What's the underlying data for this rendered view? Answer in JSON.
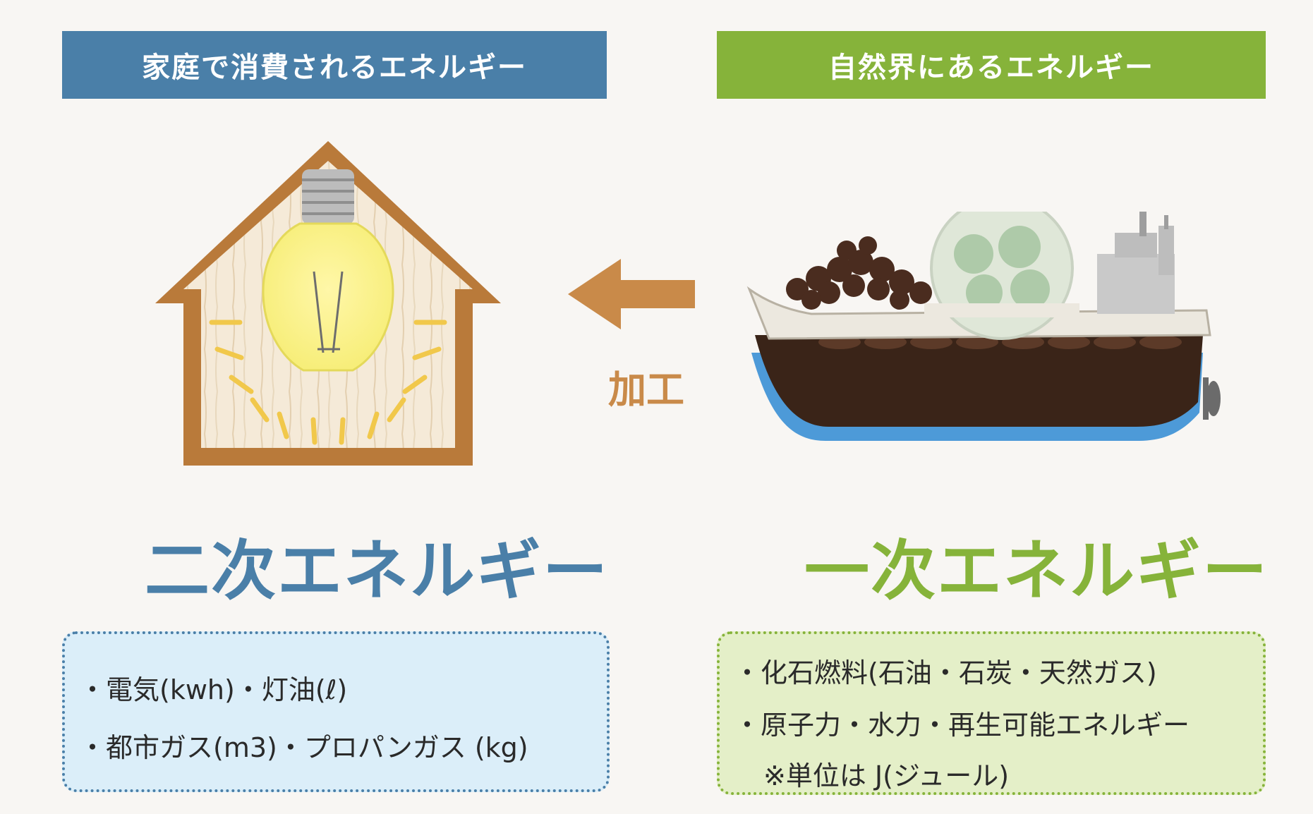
{
  "left_panel": {
    "banner": "家庭で消費されるエネルギー",
    "title": "二次エネルギー",
    "items": [
      "・電気(kwh)・灯油(ℓ)",
      "・都市ガス(m3)・プロパンガス (kg)"
    ]
  },
  "right_panel": {
    "banner": "自然界にあるエネルギー",
    "title": "一次エネルギー",
    "items": [
      "・化石燃料(石油・石炭・天然ガス)",
      "・原子力・水力・再生可能エネルギー",
      "※単位は J(ジュール)"
    ]
  },
  "arrow": {
    "label": "加工"
  },
  "colors": {
    "blue": "#4a7fa8",
    "green": "#86b33a",
    "orange": "#c98a49",
    "light_blue": "#dbeef9",
    "light_green": "#e4efc8"
  },
  "icons": {
    "house": "house-with-lightbulb-icon",
    "arrow": "left-arrow-icon",
    "ship": "cargo-ship-icon"
  }
}
